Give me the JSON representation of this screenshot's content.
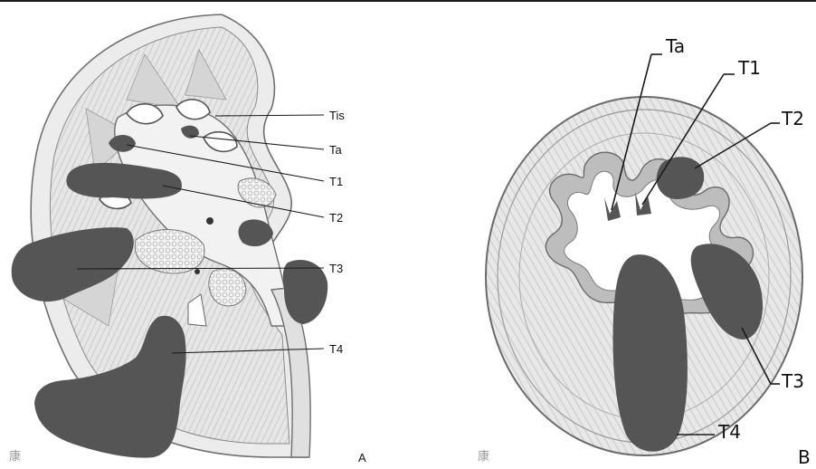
{
  "panel_a": {
    "letter": "A",
    "labels": {
      "tis": "Tis",
      "ta": "Ta",
      "t1": "T1",
      "t2": "T2",
      "t3": "T3",
      "t4": "T4"
    },
    "watermark": "康"
  },
  "panel_b": {
    "letter": "B",
    "labels": {
      "ta": "Ta",
      "t1": "T1",
      "t2": "T2",
      "t3": "T3",
      "t4": "T4"
    },
    "watermark": "康"
  },
  "colors": {
    "tumor": "#555555",
    "tissue": "#e4e4e4",
    "outline": "#6f6f6f"
  }
}
